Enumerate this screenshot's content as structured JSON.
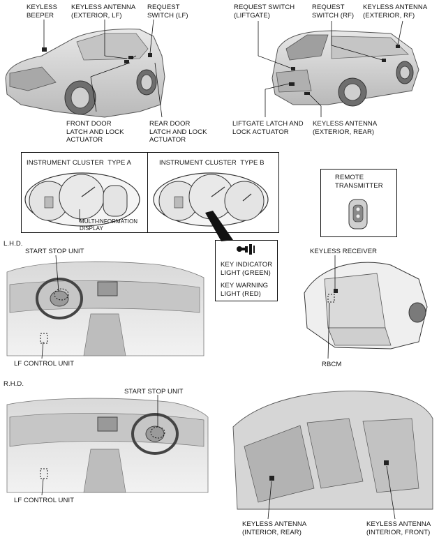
{
  "labels": {
    "keyless_beeper": "KEYLESS\nBEEPER",
    "keyless_antenna_ext_lf": "KEYLESS ANTENNA\n(EXTERIOR, LF)",
    "request_switch_lf": "REQUEST\nSWITCH (LF)",
    "request_switch_liftgate": "REQUEST SWITCH\n(LIFTGATE)",
    "request_switch_rf": "REQUEST\nSWITCH (RF)",
    "keyless_antenna_ext_rf": "KEYLESS ANTENNA\n(EXTERIOR, RF)",
    "front_door_latch": "FRONT DOOR\nLATCH AND LOCK\nACTUATOR",
    "rear_door_latch": "REAR DOOR\nLATCH AND LOCK\nACTUATOR",
    "liftgate_latch": "LIFTGATE LATCH AND\nLOCK ACTUATOR",
    "keyless_antenna_ext_rear": "KEYLESS ANTENNA\n(EXTERIOR, REAR)",
    "cluster_type_a": "INSTRUMENT CLUSTER  TYPE A",
    "cluster_type_b": "INSTRUMENT CLUSTER  TYPE B",
    "multi_info_display": "MULTI-INFORMATION\nDISPLAY",
    "remote_transmitter": "REMOTE\nTRANSMITTER",
    "key_indicator_light": "KEY INDICATOR\nLIGHT (GREEN)",
    "key_warning_light": "KEY WARNING\nLIGHT (RED)",
    "lhd": "L.H.D.",
    "rhd": "R.H.D.",
    "start_stop_unit_lhd": "START STOP UNIT",
    "start_stop_unit_rhd": "START STOP UNIT",
    "lf_control_unit_lhd": "LF CONTROL UNIT",
    "lf_control_unit_rhd": "LF CONTROL UNIT",
    "keyless_receiver": "KEYLESS RECEIVER",
    "rbcm": "RBCM",
    "keyless_antenna_int_rear": "KEYLESS ANTENNA\n(INTERIOR, REAR)",
    "keyless_antenna_int_front": "KEYLESS ANTENNA\n(INTERIOR, FRONT)"
  },
  "colors": {
    "ink": "#111111",
    "illustration_fill": "#dcdcdc",
    "illustration_dark": "#9a9a9a",
    "background": "#ffffff"
  }
}
